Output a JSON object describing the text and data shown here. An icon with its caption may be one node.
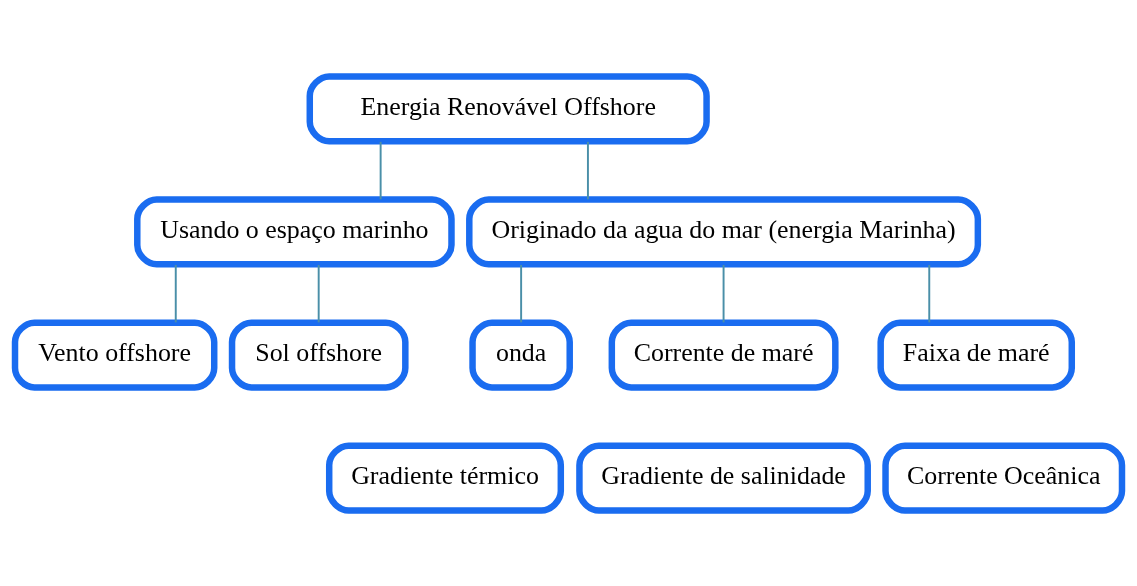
{
  "diagram": {
    "nodes": [
      {
        "text": [
          "Energia Renovável Offshore"
        ]
      },
      {
        "text": [
          "Usando o espaço marinho"
        ]
      },
      {
        "text": [
          "Originado da agua do mar (energia Marinha)"
        ]
      },
      {
        "text": [
          "Vento offshore"
        ]
      },
      {
        "text": [
          "Sol offshore"
        ]
      },
      {
        "text": [
          "onda"
        ]
      },
      {
        "text": [
          "Corrente de maré"
        ]
      },
      {
        "text": [
          "Faixa de maré"
        ]
      },
      {
        "text": [
          "Gradiente térmico"
        ]
      },
      {
        "text": [
          "Gradiente de salinidade"
        ]
      },
      {
        "text": [
          "Corrente Oceânica"
        ]
      }
    ],
    "edges": [
      {
        "from": 0,
        "to": 1,
        "arrow": "none"
      },
      {
        "from": 0,
        "to": 2,
        "arrow": "none"
      },
      {
        "from": 1,
        "to": 3,
        "arrow": "none"
      },
      {
        "from": 1,
        "to": 4,
        "arrow": "none"
      },
      {
        "from": 2,
        "to": 5,
        "arrow": "none"
      },
      {
        "from": 2,
        "to": 6,
        "arrow": "none"
      },
      {
        "from": 2,
        "to": 7,
        "arrow": "none"
      }
    ]
  }
}
